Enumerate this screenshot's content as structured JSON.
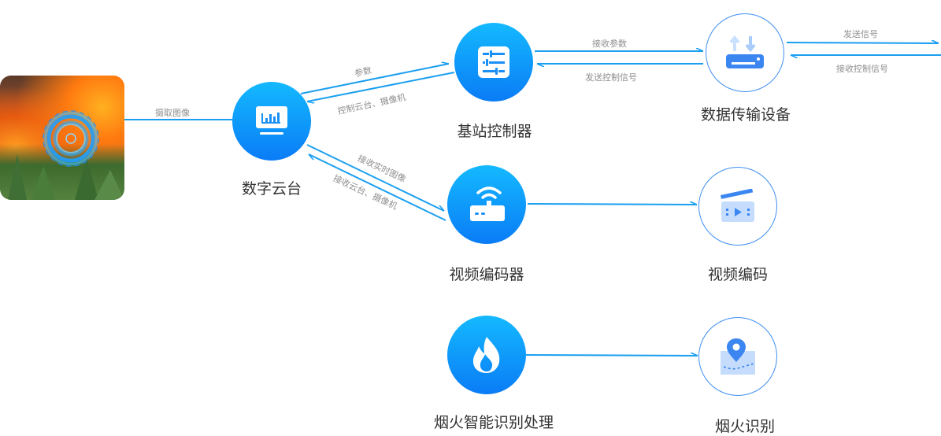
{
  "diagram": {
    "source_image": {
      "label": "forest-fire-scene"
    },
    "nodes": [
      {
        "id": "ptz",
        "label": "数字云台",
        "icon": "monitor-chart-icon",
        "style": "solid"
      },
      {
        "id": "controller",
        "label": "基站控制器",
        "icon": "sliders-icon",
        "style": "solid"
      },
      {
        "id": "transmitter",
        "label": "数据传输设备",
        "icon": "router-updown-icon",
        "style": "outline"
      },
      {
        "id": "encoder",
        "label": "视频编码器",
        "icon": "wifi-router-icon",
        "style": "solid"
      },
      {
        "id": "video_code",
        "label": "视频编码",
        "icon": "clapperboard-icon",
        "style": "outline"
      },
      {
        "id": "fire_ai",
        "label": "烟火智能识别处理",
        "icon": "flame-icon",
        "style": "solid"
      },
      {
        "id": "fire_detect",
        "label": "烟火识别",
        "icon": "map-pin-icon",
        "style": "outline"
      }
    ],
    "edges": [
      {
        "from": "source_image",
        "to": "ptz",
        "label": "摄取图像"
      },
      {
        "from": "ptz",
        "to": "controller",
        "label": "参数"
      },
      {
        "from": "controller",
        "to": "ptz",
        "label": "控制云台、摄像机"
      },
      {
        "from": "controller",
        "to": "transmitter",
        "label": "接收参数"
      },
      {
        "from": "transmitter",
        "to": "controller",
        "label": "发送控制信号"
      },
      {
        "from": "transmitter",
        "to": "external",
        "label": "发送信号"
      },
      {
        "from": "external",
        "to": "transmitter",
        "label": "接收控制信号"
      },
      {
        "from": "ptz",
        "to": "encoder",
        "label": "接收实时图像"
      },
      {
        "from": "encoder",
        "to": "ptz",
        "label": "接收云台、摄像机"
      },
      {
        "from": "encoder",
        "to": "video_code",
        "label": ""
      },
      {
        "from": "fire_ai",
        "to": "fire_detect",
        "label": ""
      }
    ],
    "colors": {
      "accent": "#0a9cf5",
      "line": "#1a9ff0",
      "outline": "#3f8ff0",
      "label_text": "#333333",
      "edge_text": "#8f8f8f"
    }
  }
}
